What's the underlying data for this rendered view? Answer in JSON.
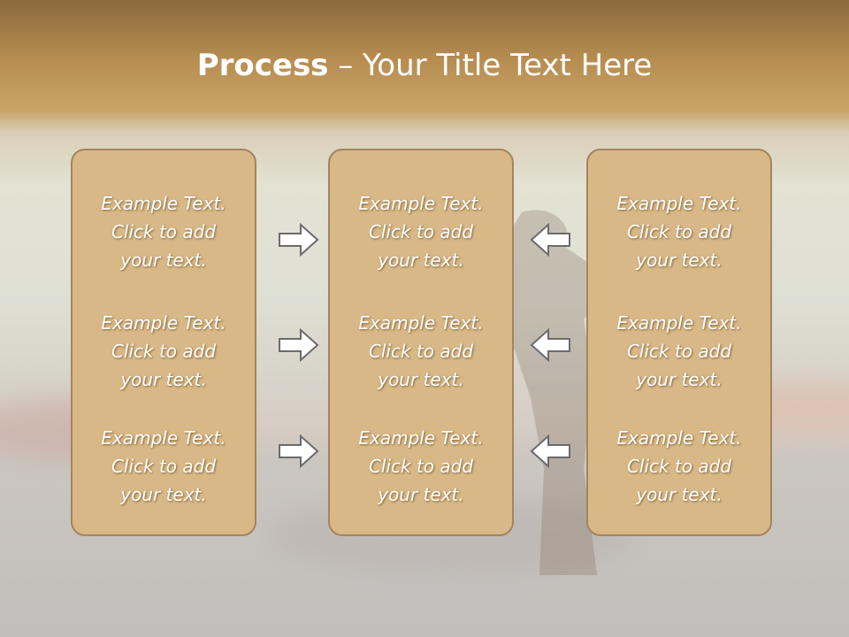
{
  "title": {
    "bold": "Process",
    "rest": " – Your Title Text Here"
  },
  "panels": [
    {
      "items": [
        {
          "lines": [
            "Example Text.",
            "Click  to add",
            "your text."
          ]
        },
        {
          "lines": [
            "Example Text.",
            "Click  to add",
            "your text."
          ]
        },
        {
          "lines": [
            "Example Text.",
            "Click  to add",
            "your text."
          ]
        }
      ]
    },
    {
      "items": [
        {
          "lines": [
            "Example Text.",
            "Click  to add",
            "your text."
          ]
        },
        {
          "lines": [
            "Example Text.",
            "Click  to add",
            "your text."
          ]
        },
        {
          "lines": [
            "Example Text.",
            "Click  to add",
            "your text."
          ]
        }
      ]
    },
    {
      "items": [
        {
          "lines": [
            "Example Text.",
            "Click  to add",
            "your text."
          ]
        },
        {
          "lines": [
            "Example Text.",
            "Click  to add",
            "your text."
          ]
        },
        {
          "lines": [
            "Example Text.",
            "Click  to add",
            "your text."
          ]
        }
      ]
    }
  ],
  "arrows": {
    "left_group": {
      "direction": "right",
      "icon": "arrow-right-icon",
      "count": 3
    },
    "right_group": {
      "direction": "left",
      "icon": "arrow-left-icon",
      "count": 3
    }
  },
  "colors": {
    "panel_fill": "#d8b886",
    "panel_border": "#a5845d",
    "arrow_stroke": "#6b6b6b",
    "arrow_fill": "#ffffff",
    "header_band": "#c9a467"
  }
}
